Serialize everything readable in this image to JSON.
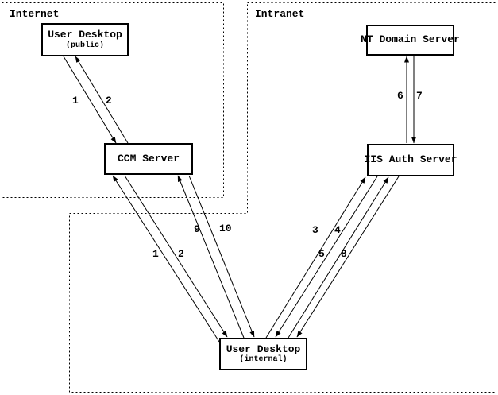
{
  "canvas": {
    "background": "#ffffff",
    "line_color": "#000000"
  },
  "zones": {
    "internet": {
      "label": "Internet"
    },
    "intranet": {
      "label": "Intranet"
    }
  },
  "nodes": {
    "user_desktop_public": {
      "title": "User Desktop",
      "subtitle": "(public)"
    },
    "ccm_server": {
      "title": "CCM Server"
    },
    "nt_domain_server": {
      "title": "NT Domain Server"
    },
    "iis_auth_server": {
      "title": "IIS Auth Server"
    },
    "user_desktop_internal": {
      "title": "User Desktop",
      "subtitle": "(internal)"
    }
  },
  "edge_labels": {
    "public_step_1": "1",
    "public_step_2": "2",
    "internal_step_1": "1",
    "internal_step_2": "2",
    "step_3": "3",
    "step_4": "4",
    "step_5": "5",
    "step_6": "6",
    "step_7": "7",
    "step_8": "8",
    "step_9": "9",
    "step_10": "10"
  }
}
